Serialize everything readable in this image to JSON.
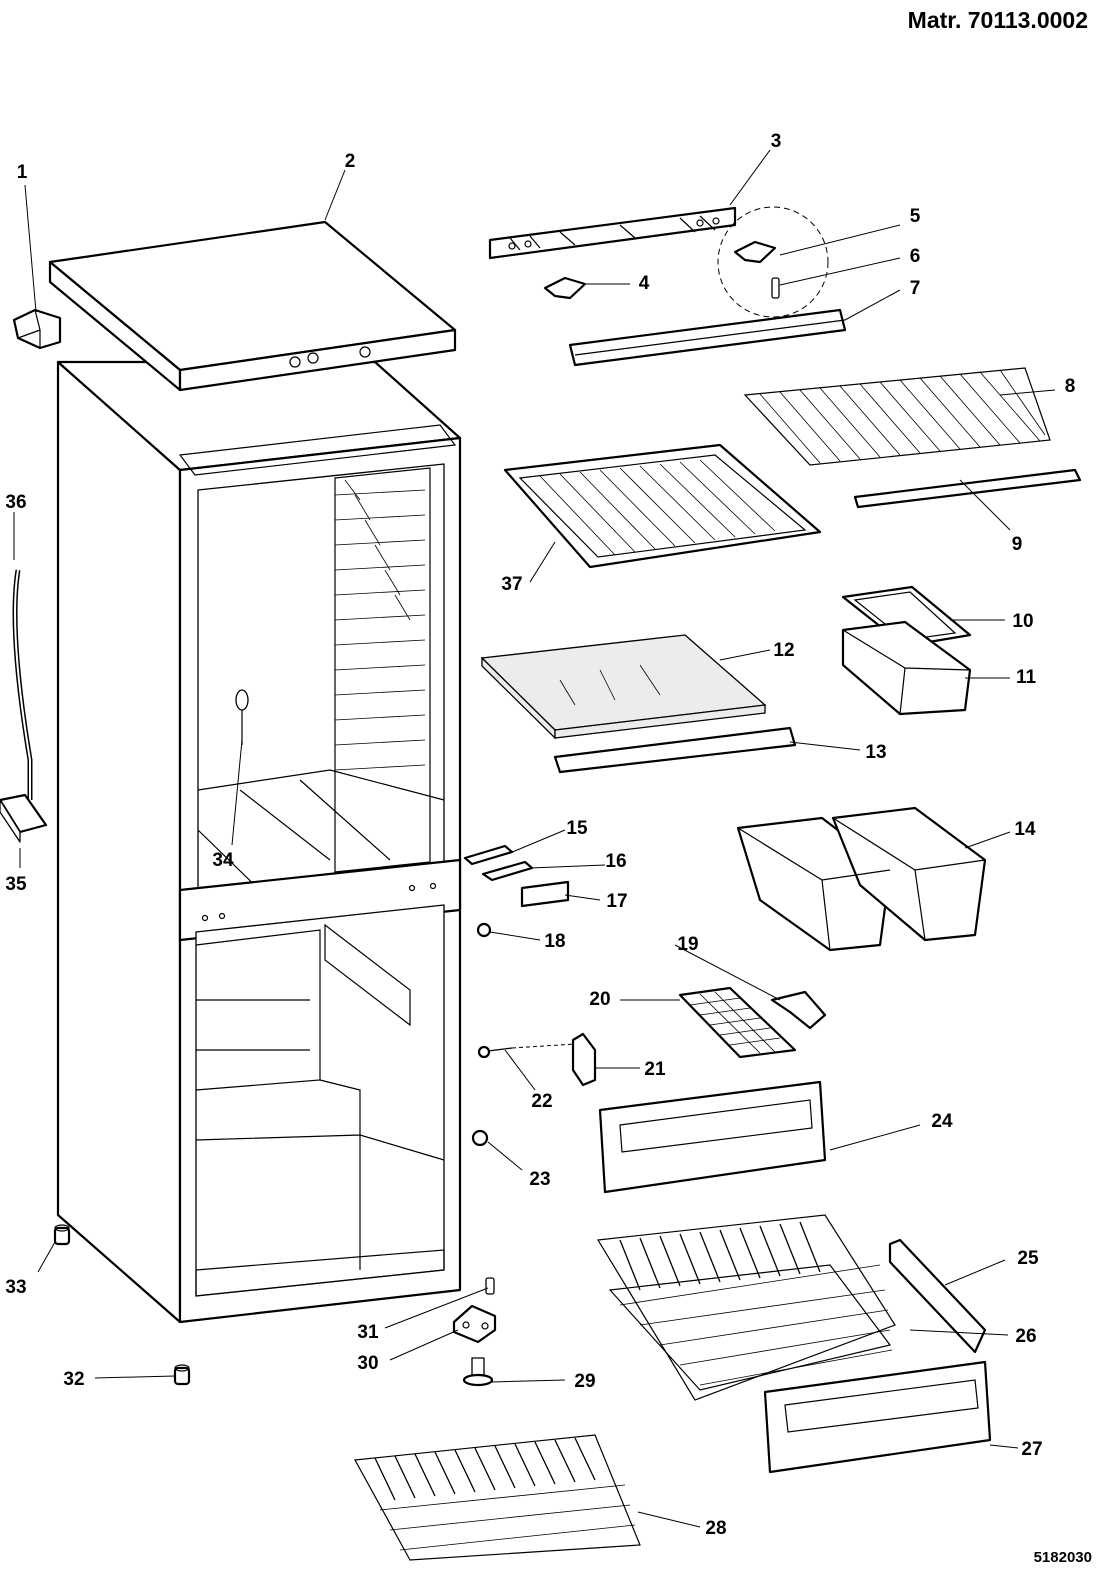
{
  "header": {
    "material_code": "Matr. 70113.0002"
  },
  "footer": {
    "drawing_number": "5182030"
  },
  "callouts": [
    "1",
    "2",
    "3",
    "4",
    "5",
    "6",
    "7",
    "8",
    "9",
    "10",
    "11",
    "12",
    "13",
    "14",
    "15",
    "16",
    "17",
    "18",
    "19",
    "20",
    "21",
    "22",
    "23",
    "24",
    "25",
    "26",
    "27",
    "28",
    "29",
    "30",
    "31",
    "32",
    "33",
    "34",
    "35",
    "36",
    "37"
  ]
}
